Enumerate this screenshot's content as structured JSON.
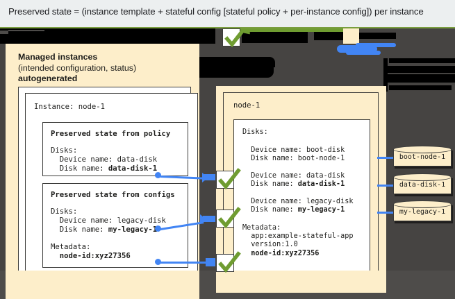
{
  "caption": {
    "text": "Preserved state = (instance template + stateful config [stateful policy + per-instance config]) per instance"
  },
  "colors": {
    "cream": "#fdeeca",
    "dark_canvas": "#464442",
    "accent_blue": "#4285f4",
    "accent_green": "#6f9c31",
    "header_bg": "#eceff0",
    "border": "#3b3b39"
  },
  "left_panel": {
    "title_line1": "Managed instances",
    "title_line2": "(intended configuration, status)",
    "title_line3": "autogenerated",
    "instance_label": "Instance: node-1",
    "policy_box": {
      "heading": "Preserved state from policy",
      "lines": [
        "Disks:",
        "  Device name: data-disk",
        "  Disk name: "
      ],
      "bold_value": "data-disk-1"
    },
    "configs_box": {
      "heading": "Preserved state from configs",
      "disks_label": "Disks:",
      "device_line": "  Device name: legacy-disk",
      "disk_name_prefix": "  Disk name: ",
      "disk_name_value": "my-legacy-1",
      "metadata_label": "Metadata:",
      "metadata_value": "  node-id:xyz27356"
    }
  },
  "right_panel": {
    "node_label": "node-1",
    "disks_label": "Disks:",
    "entries": [
      {
        "device": "  Device name: boot-disk",
        "disk_prefix": "  Disk name: ",
        "disk_value": "boot-node-1",
        "bold": false
      },
      {
        "device": "  Device name: data-disk",
        "disk_prefix": "  Disk name: ",
        "disk_value": "data-disk-1",
        "bold": true
      },
      {
        "device": "  Device name: legacy-disk",
        "disk_prefix": "  Disk name: ",
        "disk_value": "my-legacy-1",
        "bold": true
      }
    ],
    "metadata_label": "Metadata:",
    "metadata_lines": [
      "  app:example-stateful-app",
      "  version:1.0"
    ],
    "metadata_bold": "  node-id:xyz27356"
  },
  "disks": [
    {
      "label": "boot-node-1"
    },
    {
      "label": "data-disk-1"
    },
    {
      "label": "my-legacy-1"
    }
  ],
  "badges": {
    "check_icon": "check-mark"
  }
}
